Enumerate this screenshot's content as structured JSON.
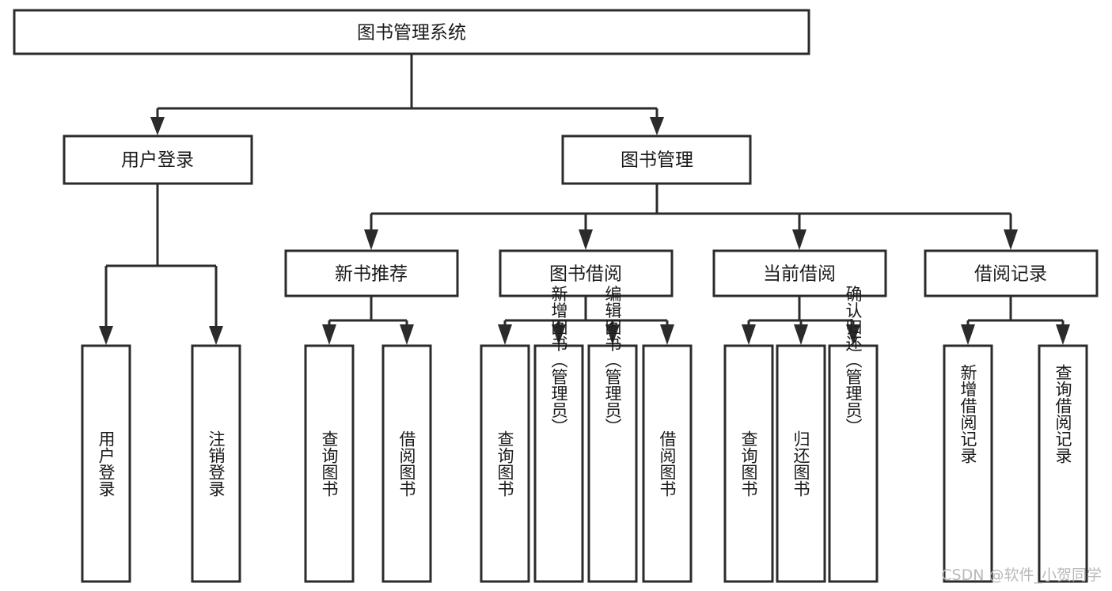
{
  "diagram": {
    "title": "图书管理系统",
    "type": "tree-hierarchy-chart",
    "root": {
      "id": "root",
      "label": "图书管理系统"
    },
    "level2": [
      {
        "id": "user-login",
        "label": "用户登录"
      },
      {
        "id": "book-manage",
        "label": "图书管理"
      }
    ],
    "level3": [
      {
        "id": "new-book-recommend",
        "label": "新书推荐",
        "parent": "book-manage"
      },
      {
        "id": "book-borrow",
        "label": "图书借阅",
        "parent": "book-manage"
      },
      {
        "id": "current-borrow",
        "label": "当前借阅",
        "parent": "book-manage"
      },
      {
        "id": "borrow-record",
        "label": "借阅记录",
        "parent": "book-manage"
      }
    ],
    "leaves": [
      {
        "id": "leaf-user-login",
        "label": "用户登录",
        "parent": "user-login"
      },
      {
        "id": "leaf-logout-login",
        "label": "注销登录",
        "parent": "user-login"
      },
      {
        "id": "leaf-query-book-1",
        "label": "查询图书",
        "parent": "new-book-recommend"
      },
      {
        "id": "leaf-borrow-book-1",
        "label": "借阅图书",
        "parent": "new-book-recommend"
      },
      {
        "id": "leaf-query-book-2",
        "label": "查询图书",
        "parent": "book-borrow"
      },
      {
        "id": "leaf-add-book",
        "label": "新增图书（管理员）",
        "parent": "book-borrow"
      },
      {
        "id": "leaf-edit-book",
        "label": "编辑图书（管理员）",
        "parent": "book-borrow"
      },
      {
        "id": "leaf-borrow-book-2",
        "label": "借阅图书",
        "parent": "book-borrow"
      },
      {
        "id": "leaf-query-book-3",
        "label": "查询图书",
        "parent": "current-borrow"
      },
      {
        "id": "leaf-return-book",
        "label": "归还图书",
        "parent": "current-borrow"
      },
      {
        "id": "leaf-confirm-return",
        "label": "确认归还（管理员）",
        "parent": "current-borrow"
      },
      {
        "id": "leaf-add-record",
        "label": "新增借阅记录",
        "parent": "borrow-record"
      },
      {
        "id": "leaf-query-record",
        "label": "查询借阅记录",
        "parent": "borrow-record"
      }
    ],
    "watermark": "CSDN @软件_小贺同学",
    "colors": {
      "background": "#ffffff",
      "box_fill": "#ffffff",
      "box_stroke": "#2b2b2b",
      "text": "#1a1a1a",
      "watermark": "#b9b9b9"
    }
  }
}
